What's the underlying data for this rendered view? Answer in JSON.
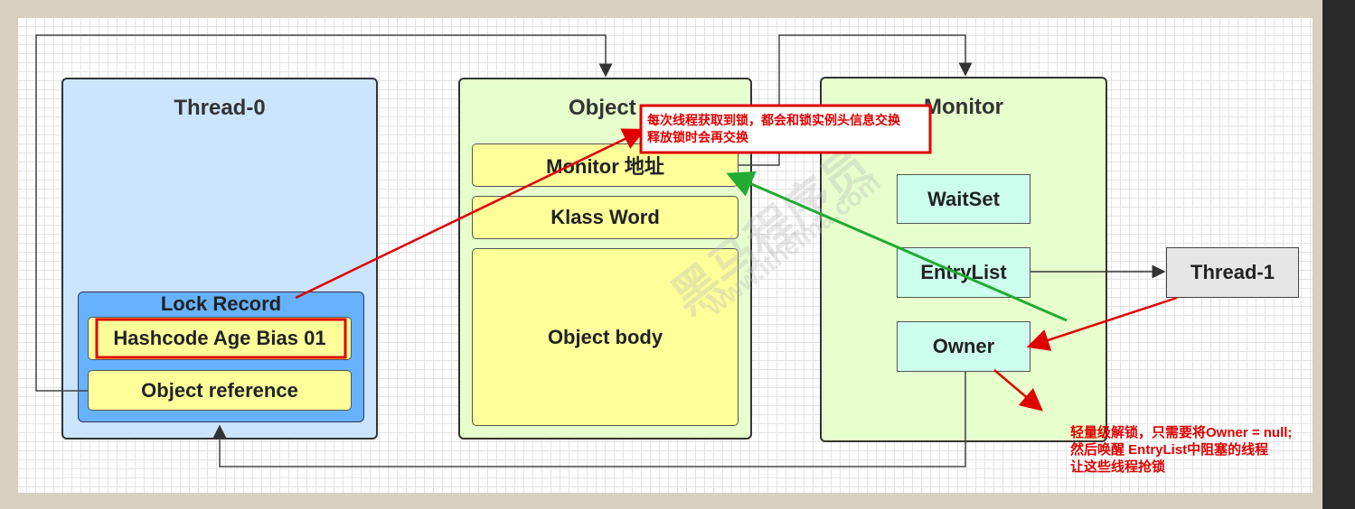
{
  "thread0": {
    "title": "Thread-0",
    "lock_record_title": "Lock Record",
    "lock_fields": [
      "Hashcode Age Bias 01",
      "Object reference"
    ]
  },
  "object": {
    "title": "Object",
    "fields": [
      "Monitor 地址",
      "Klass Word",
      "Object body"
    ]
  },
  "monitor": {
    "title": "Monitor",
    "fields": [
      "WaitSet",
      "EntryList",
      "Owner"
    ]
  },
  "thread1": {
    "label": "Thread-1"
  },
  "annotations": {
    "top_note_line1": "每次线程获取到锁，都会和锁实例头信息交换",
    "top_note_line2": "释放锁时会再交换",
    "bottom_note_line1": "轻量级解锁，只需要将Owner = null;",
    "bottom_note_line2": "然后唤醒 EntryList中阻塞的线程",
    "bottom_note_line3": "让这些线程抢锁"
  },
  "watermark": {
    "brand": "黑马程序员",
    "url": "www.itheima.com"
  },
  "colors": {
    "thread_box": "#cce5ff",
    "lock_record": "#66b2ff",
    "object_box": "#e6ffcc",
    "field": "#ffff99",
    "monitor_box": "#e6ffcc",
    "monitor_field": "#ccffee",
    "thread1": "#e6e6e6",
    "annotation_red": "#e00000",
    "arrow_green": "#22aa33"
  }
}
